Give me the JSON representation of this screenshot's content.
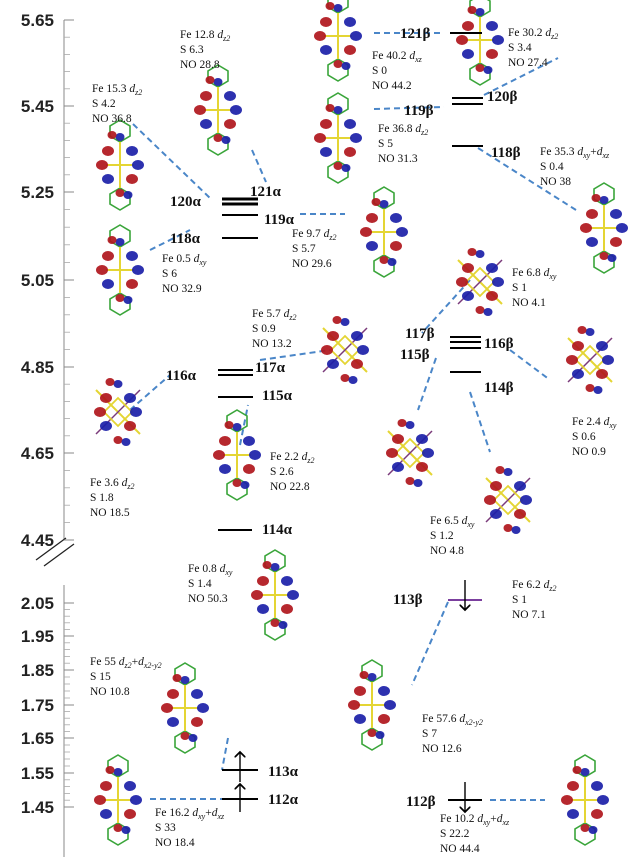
{
  "axis": {
    "upper_ticks": [
      "5.65",
      "5.45",
      "5.25",
      "5.05",
      "4.85",
      "4.65",
      "4.45"
    ],
    "lower_ticks": [
      "2.05",
      "1.95",
      "1.85",
      "1.75",
      "1.65",
      "1.55",
      "1.45"
    ]
  },
  "levels": [
    {
      "id": "121b",
      "label": "121β"
    },
    {
      "id": "120b",
      "label": "120β"
    },
    {
      "id": "119b",
      "label": "119β"
    },
    {
      "id": "118b",
      "label": "118β"
    },
    {
      "id": "121a",
      "label": "121α"
    },
    {
      "id": "120a",
      "label": "120α"
    },
    {
      "id": "119a",
      "label": "119α"
    },
    {
      "id": "118a",
      "label": "118α"
    },
    {
      "id": "117b",
      "label": "117β"
    },
    {
      "id": "116b",
      "label": "116β"
    },
    {
      "id": "115b",
      "label": "115β"
    },
    {
      "id": "114b",
      "label": "114β"
    },
    {
      "id": "117a",
      "label": "117α"
    },
    {
      "id": "116a",
      "label": "116α"
    },
    {
      "id": "115a",
      "label": "115α"
    },
    {
      "id": "114a",
      "label": "114α"
    },
    {
      "id": "113b",
      "label": "113β"
    },
    {
      "id": "113a",
      "label": "113α"
    },
    {
      "id": "112a",
      "label": "112α"
    },
    {
      "id": "112b",
      "label": "112β"
    }
  ],
  "compositions": [
    {
      "id": "c121a",
      "fe": "12.8",
      "orb": "z2",
      "s": "6.3",
      "no": "28.8"
    },
    {
      "id": "c120a",
      "fe": "15.3",
      "orb": "z2",
      "s": "4.2",
      "no": "36.8"
    },
    {
      "id": "c121b",
      "fe": "40.2",
      "orb": "xz",
      "s": "0",
      "no": "44.2"
    },
    {
      "id": "c120b",
      "fe": "30.2",
      "orb": "z2",
      "s": "3.4",
      "no": "27.4"
    },
    {
      "id": "c119b",
      "fe": "36.8",
      "orb": "z2",
      "s": "5",
      "no": "31.3"
    },
    {
      "id": "c118b",
      "fe": "35.3",
      "orb": "xy",
      "orb2": "xz",
      "s": "0.4",
      "no": "38"
    },
    {
      "id": "c119a",
      "fe": "9.7",
      "orb": "z2",
      "s": "5.7",
      "no": "29.6"
    },
    {
      "id": "c118a",
      "fe": "0.5",
      "orb": "xy",
      "s": "6",
      "no": "32.9"
    },
    {
      "id": "c117b",
      "fe": "6.8",
      "orb": "xy",
      "s": "1",
      "no": "4.1"
    },
    {
      "id": "c117a",
      "fe": "5.7",
      "orb": "z2",
      "s": "0.9",
      "no": "13.2"
    },
    {
      "id": "c115a",
      "fe": "2.2",
      "orb": "z2",
      "s": "2.6",
      "no": "22.8"
    },
    {
      "id": "c116b",
      "fe": "2.4",
      "orb": "xy",
      "s": "0.6",
      "no": "0.9"
    },
    {
      "id": "c116a",
      "fe": "3.6",
      "orb": "z2",
      "s": "1.8",
      "no": "18.5"
    },
    {
      "id": "c115b",
      "fe": "6.5",
      "orb": "xy",
      "s": "1.2",
      "no": "4.8"
    },
    {
      "id": "c114b",
      "fe": "6.2",
      "orb": "z2",
      "s": "1",
      "no": "7.1"
    },
    {
      "id": "c114a",
      "fe": "0.8",
      "orb": "xy",
      "s": "1.4",
      "no": "50.3"
    },
    {
      "id": "c113a",
      "fe": "55",
      "orb": "z2",
      "orb2": "x2-y2",
      "s": "15",
      "no": "10.8"
    },
    {
      "id": "c113b",
      "fe": "57.6",
      "orb": "x2-y2",
      "s": "7",
      "no": "12.6"
    },
    {
      "id": "c112a",
      "fe": "16.2",
      "orb": "xy",
      "orb2": "xz",
      "s": "33",
      "no": "18.4"
    },
    {
      "id": "c112b",
      "fe": "10.2",
      "orb": "xy",
      "orb2": "xz",
      "s": "22.2",
      "no": "44.4"
    }
  ],
  "labels": {
    "fe": "Fe",
    "s": "S",
    "no": "NO",
    "d": "d",
    "plus": "+"
  },
  "colors": {
    "dashed": "#4a86c8",
    "level": "#000000",
    "occupied_beta": "#7b3f9e",
    "lobe_red": "#b0161c",
    "lobe_blue": "#1b1fa8",
    "ring": "#3aa53a",
    "bond_yellow": "#e4d534",
    "axis": "#888888"
  }
}
